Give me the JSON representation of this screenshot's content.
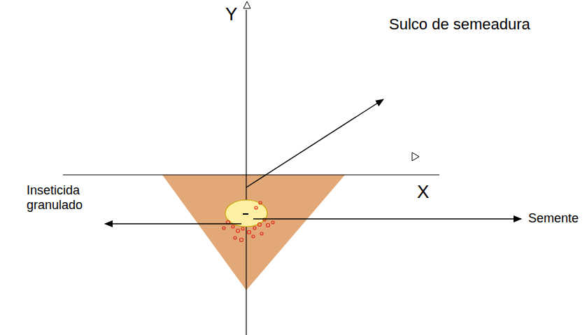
{
  "diagram": {
    "labels": [
      "Y",
      "X",
      "Sulco de semeadura",
      "Inseticida granulado",
      "Semente"
    ]
  }
}
